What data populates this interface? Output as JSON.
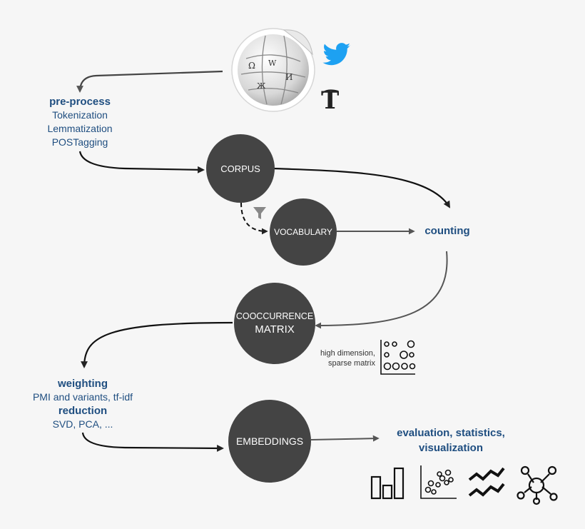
{
  "colors": {
    "background": "#f6f6f6",
    "node_fill": "#444444",
    "node_text": "#ffffff",
    "label_text": "#1f4e80",
    "arrow": "#4d4d4d",
    "twitter": "#1da1f2"
  },
  "icons": [
    "wikipedia-globe-icon",
    "twitter-bird-icon",
    "nyt-logo-icon",
    "filter-funnel-icon",
    "sparse-matrix-icon",
    "bar-chart-icon",
    "scatter-plot-icon",
    "line-chart-icon",
    "network-graph-icon"
  ],
  "preprocess": {
    "title": "pre-process",
    "steps": [
      "Tokenization",
      "Lemmatization",
      "POSTagging"
    ]
  },
  "nodes": {
    "corpus": "CORPUS",
    "vocabulary": "VOCABULARY",
    "cooccurrence_line1": "COOCCURRENCE",
    "cooccurrence_line2": "MATRIX",
    "embeddings": "EMBEDDINGS"
  },
  "counting": "counting",
  "matrix_note": {
    "line1": "high dimension,",
    "line2": "sparse matrix"
  },
  "weighting": {
    "title": "weighting",
    "detail": "PMI and variants, tf-idf"
  },
  "reduction": {
    "title": "reduction",
    "detail": "SVD, PCA, ..."
  },
  "evaluation": {
    "line1": "evaluation, statistics,",
    "line2": "visualization"
  }
}
